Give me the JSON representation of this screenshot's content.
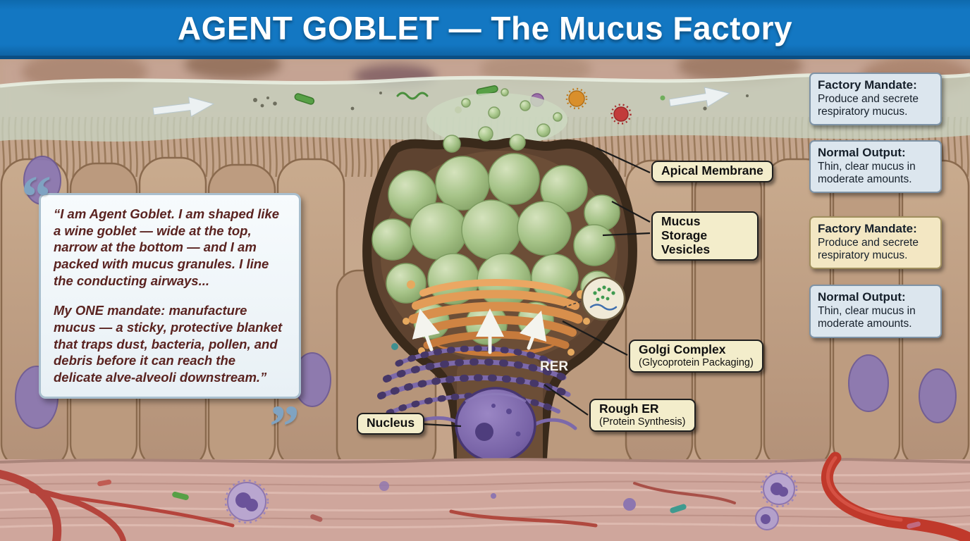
{
  "title": "AGENT GOBLET — The Mucus Factory",
  "quote": {
    "open_mark": "“",
    "close_mark": "”",
    "para1": "“I am Agent Goblet. I am shaped like a wine goblet — wide at the top, narrow at the bottom — and I am packed with mucus granules. I line the conducting airways...",
    "para2": "My ONE mandate: manufacture mucus — a sticky, protective blanket that traps dust, bacteria, pollen, and debris before it can reach the delicate alve-alveoli downstream.”"
  },
  "labels": {
    "apical_membrane": "Apical Membrane",
    "mucus_storage_vesicles": "Mucus Storage Vesicles",
    "golgi_complex": "Golgi Complex",
    "golgi_sub": "(Glycoprotein Packaging)",
    "rough_er": "Rough ER",
    "rough_er_sub": "(Protein Synthesis)",
    "nucleus": "Nucleus",
    "rer": "RER"
  },
  "sidebar": {
    "boxes": [
      {
        "heading": "Factory Mandate:",
        "body": "Produce and secrete respiratory mucus.",
        "style": "blue"
      },
      {
        "heading": "Normal Output:",
        "body": "Thin, clear mucus in moderate amounts.",
        "style": "blue"
      },
      {
        "heading": "Factory Mandate:",
        "body": "Produce and secrete respiratory mucus.",
        "style": "tan"
      },
      {
        "heading": "Normal Output:",
        "body": "Thin, clear mucus in moderate amounts.",
        "style": "blue"
      }
    ]
  },
  "colors": {
    "title_bg": "#1377c2",
    "title_text": "#ffffff",
    "label_bg": "#f3edcb",
    "sidebar_blue": "#dce6ee",
    "sidebar_tan": "#f3e7c3",
    "quote_text": "#5a2320",
    "quote_mark": "#7fa3c2",
    "vesicle_green": "#a9c88c",
    "goblet_brown": "#5e4330",
    "golgi_orange": "#d88f4c",
    "er_purple": "#7c69aa"
  }
}
